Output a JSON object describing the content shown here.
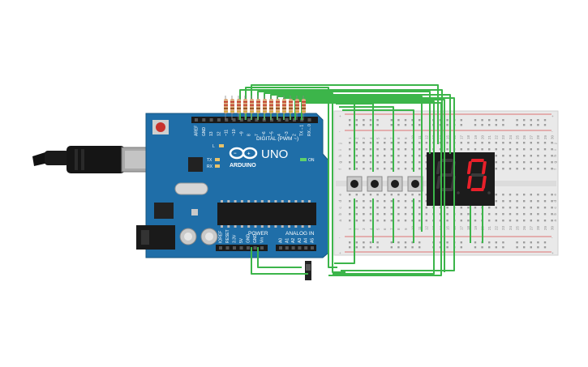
{
  "arduino": {
    "model_label": "UNO",
    "brand_label": "ARDUINO",
    "digital_label": "DIGITAL (PWM ~)",
    "power_label": "POWER",
    "analog_label": "ANALOG IN",
    "on_label": "ON",
    "tx_label": "TX",
    "rx_label": "RX",
    "l_label": "L",
    "digital_pins": [
      "AREF",
      "GND",
      "13",
      "12",
      "~11",
      "~10",
      "~9",
      "8",
      "7",
      "~6",
      "~5",
      "4",
      "~3",
      "2",
      "TX→1",
      "RX←0"
    ],
    "power_pins": [
      "IOREF",
      "RESET",
      "3.3V",
      "5V",
      "GND",
      "GND",
      "Vin"
    ],
    "analog_pins": [
      "A0",
      "A1",
      "A2",
      "A3",
      "A4",
      "A5"
    ]
  },
  "breadboard": {
    "columns": 30,
    "row_labels_top": [
      "j",
      "i",
      "h",
      "g",
      "f"
    ],
    "row_labels_bottom": [
      "e",
      "d",
      "c",
      "b",
      "a"
    ],
    "rail_plus": "+",
    "rail_minus": "-"
  },
  "display": {
    "left_digit": "",
    "right_digit": "0",
    "segment_on_color": "#e8202a",
    "segment_off_color": "#3a3a3a"
  },
  "colors": {
    "board": "#1f6ea8",
    "wire": "#3cb54a",
    "resistor": "#d9a87a"
  }
}
